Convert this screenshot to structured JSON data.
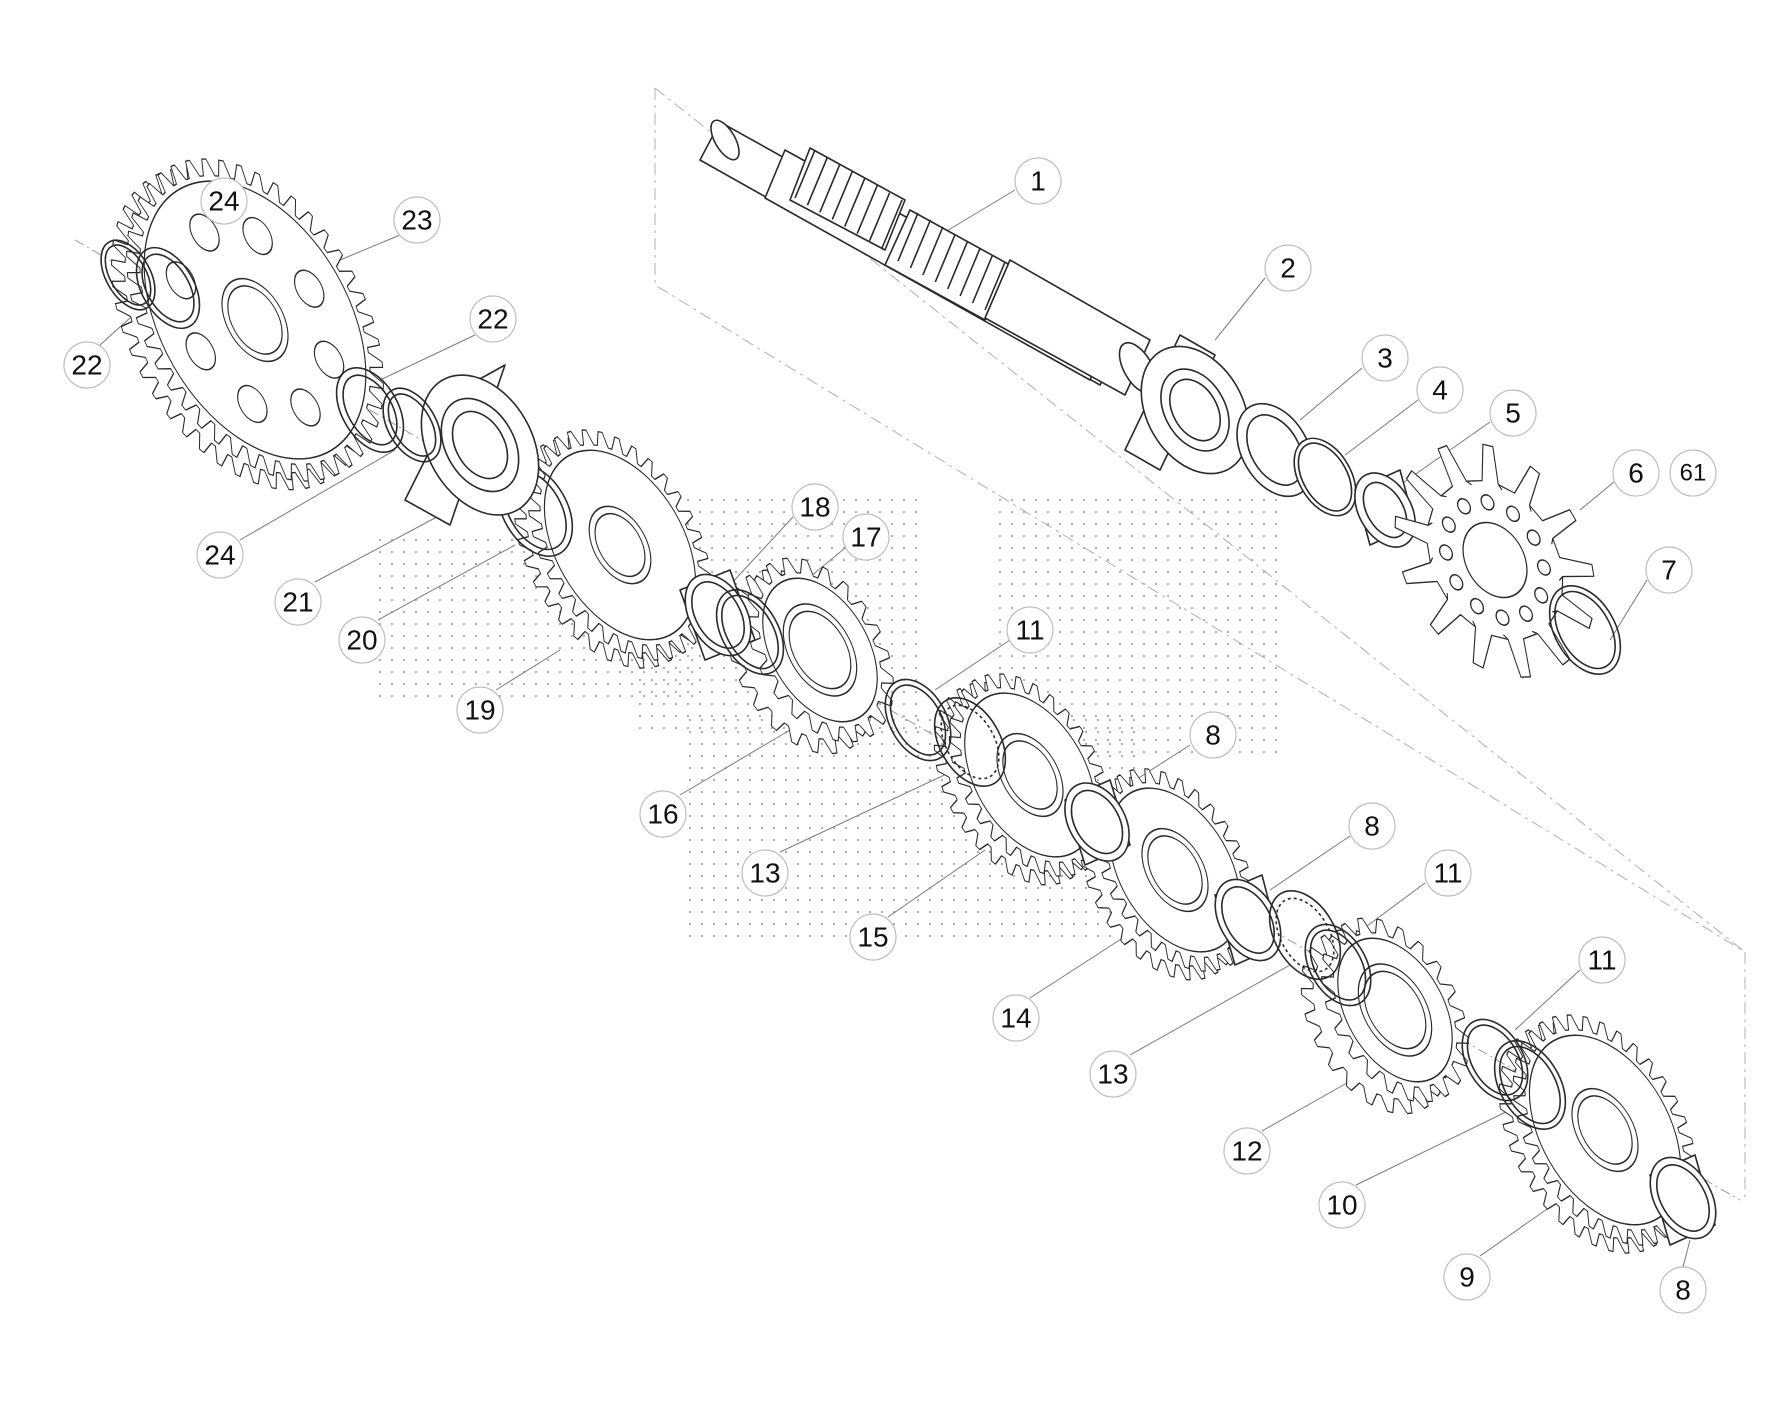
{
  "diagram": {
    "callouts": [
      {
        "id": "c1",
        "label": "1"
      },
      {
        "id": "c2",
        "label": "2"
      },
      {
        "id": "c3",
        "label": "3"
      },
      {
        "id": "c4",
        "label": "4"
      },
      {
        "id": "c5",
        "label": "5"
      },
      {
        "id": "c6",
        "label": "6"
      },
      {
        "id": "c61",
        "label": "61"
      },
      {
        "id": "c7",
        "label": "7"
      },
      {
        "id": "c8a",
        "label": "8"
      },
      {
        "id": "c8b",
        "label": "8"
      },
      {
        "id": "c8c",
        "label": "8"
      },
      {
        "id": "c9",
        "label": "9"
      },
      {
        "id": "c10",
        "label": "10"
      },
      {
        "id": "c11a",
        "label": "11"
      },
      {
        "id": "c11b",
        "label": "11"
      },
      {
        "id": "c11c",
        "label": "11"
      },
      {
        "id": "c12",
        "label": "12"
      },
      {
        "id": "c13a",
        "label": "13"
      },
      {
        "id": "c13b",
        "label": "13"
      },
      {
        "id": "c14",
        "label": "14"
      },
      {
        "id": "c15",
        "label": "15"
      },
      {
        "id": "c16",
        "label": "16"
      },
      {
        "id": "c17",
        "label": "17"
      },
      {
        "id": "c18",
        "label": "18"
      },
      {
        "id": "c19",
        "label": "19"
      },
      {
        "id": "c20",
        "label": "20"
      },
      {
        "id": "c21",
        "label": "21"
      },
      {
        "id": "c22a",
        "label": "22"
      },
      {
        "id": "c22b",
        "label": "22"
      },
      {
        "id": "c23",
        "label": "23"
      },
      {
        "id": "c24a",
        "label": "24"
      },
      {
        "id": "c24b",
        "label": "24"
      }
    ]
  }
}
